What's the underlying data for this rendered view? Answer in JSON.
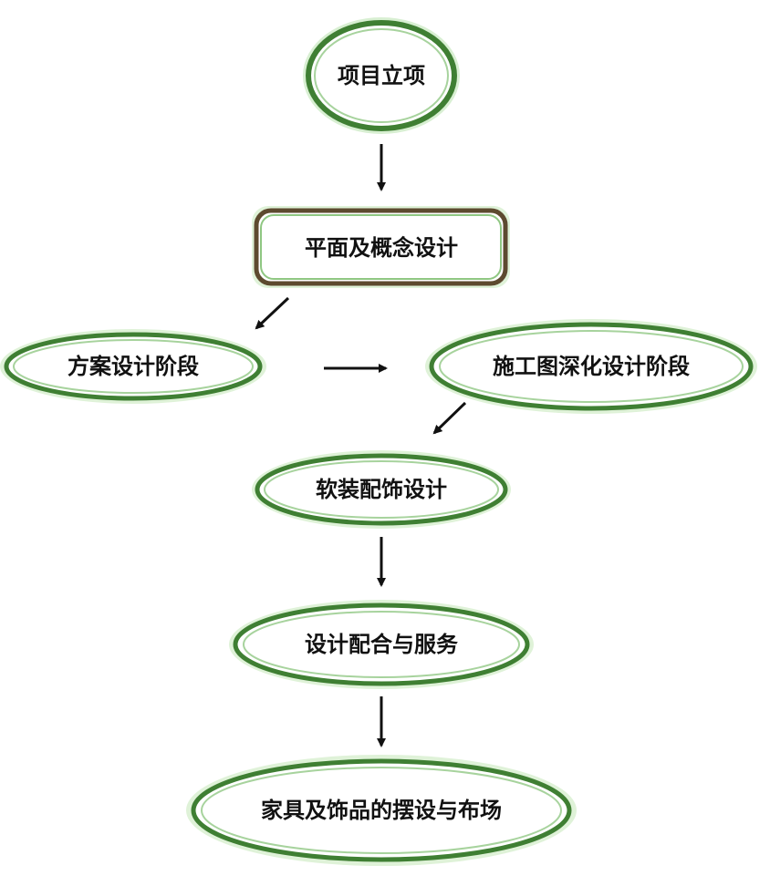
{
  "diagram": {
    "nodes": {
      "project_initiation": "项目立项",
      "plan_concept_design": "平面及概念设计",
      "scheme_design_stage": "方案设计阶段",
      "construction_drawing_stage": "施工图深化设计阶段",
      "soft_furnishing_design": "软装配饰设计",
      "design_coordination_service": "设计配合与服务",
      "furniture_layout_arrangement": "家具及饰品的摆设与布场"
    },
    "colors": {
      "border_dark": "#3f7f33",
      "border_light": "#cde8c4",
      "rect_inner": "#7a4b2a",
      "text": "#111111",
      "arrow": "#111111"
    }
  }
}
